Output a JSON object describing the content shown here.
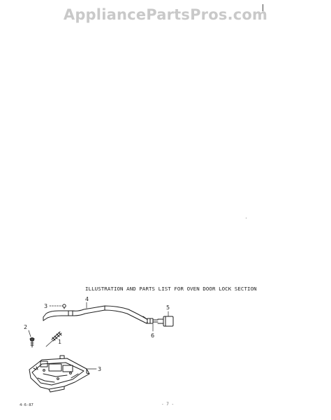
{
  "watermark": "AppliancePartsPros.com",
  "section_title": "ILLUSTRATION AND PARTS LIST FOR OVEN DOOR LOCK SECTION",
  "callouts": [
    "1",
    "2",
    "3",
    "3",
    "4",
    "5",
    "6"
  ],
  "footer": {
    "date": "4-6-87",
    "page": "- 7 -"
  }
}
